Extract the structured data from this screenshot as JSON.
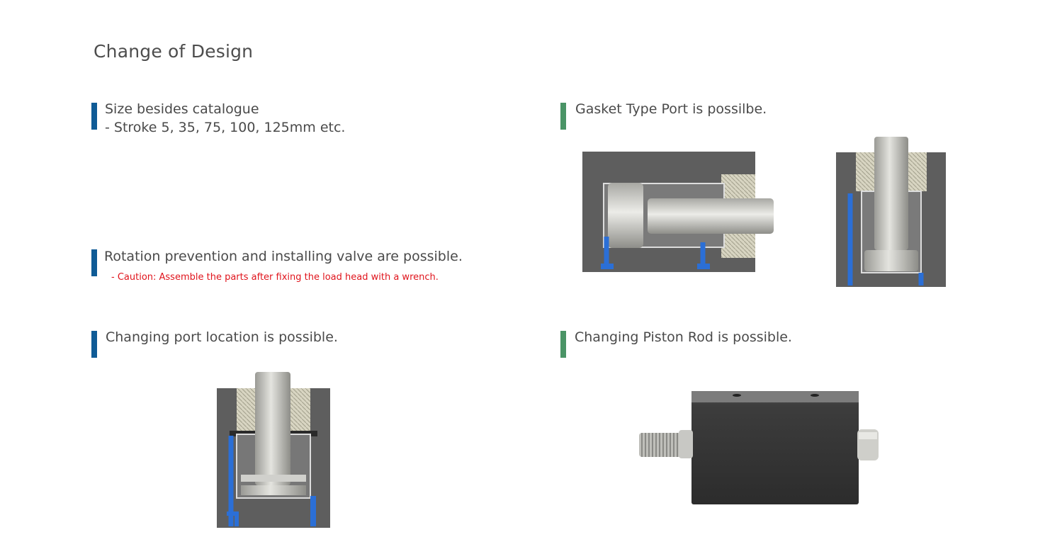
{
  "page": {
    "title": "Change of Design"
  },
  "sections": {
    "size": {
      "heading": "Size besides catalogue",
      "detail": "- Stroke 5, 35, 75, 100, 125mm etc."
    },
    "rotation": {
      "heading": "Rotation prevention and installing valve are possible.",
      "caution": "- Caution: Assemble the parts after fixing the load head with a wrench."
    },
    "port_location": {
      "heading": "Changing port location is possible."
    },
    "gasket": {
      "heading": "Gasket Type Port is possilbe."
    },
    "piston_rod": {
      "heading": "Changing Piston Rod is possible."
    }
  },
  "colors": {
    "accent_blue": "#0f5b96",
    "accent_green": "#4a9466",
    "caution_red": "#e0141c",
    "channel_blue": "#2b6fd6"
  }
}
